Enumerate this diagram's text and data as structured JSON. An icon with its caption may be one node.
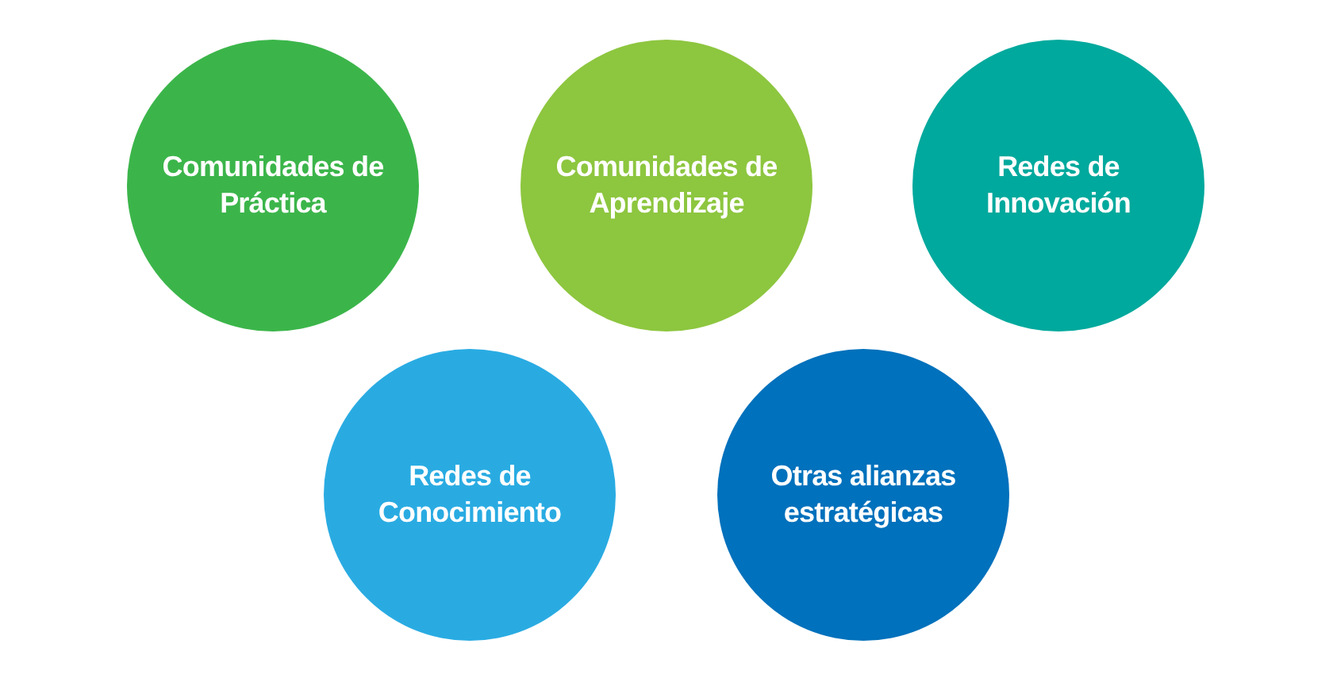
{
  "diagram": {
    "nodes": [
      {
        "text": [
          "Comunidades de Práctica"
        ]
      },
      {
        "text": [
          "Comunidades de Aprendizaje"
        ]
      },
      {
        "text": [
          "Redes de Innovación"
        ]
      },
      {
        "text": [
          "Redes de Conocimiento"
        ]
      },
      {
        "text": [
          "Otras alianzas estratégicas"
        ]
      }
    ]
  }
}
